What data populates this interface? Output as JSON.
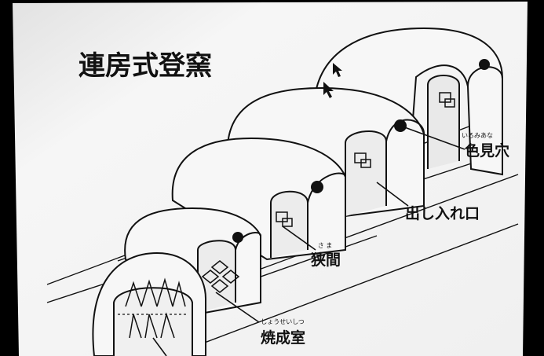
{
  "title": "連房式登窯",
  "labels": {
    "peephole": {
      "text": "色見穴",
      "ruby": "いろみあな"
    },
    "loading_door": {
      "text": "出し入れ口"
    },
    "flue_gap": {
      "text": "狭間",
      "ruby": "さ ま"
    },
    "firing_chamber": {
      "text": "焼成室",
      "ruby": "しょうせいしつ"
    }
  },
  "colors": {
    "paper": "#f3f3f3",
    "ink": "#111111",
    "border": "#000000"
  }
}
